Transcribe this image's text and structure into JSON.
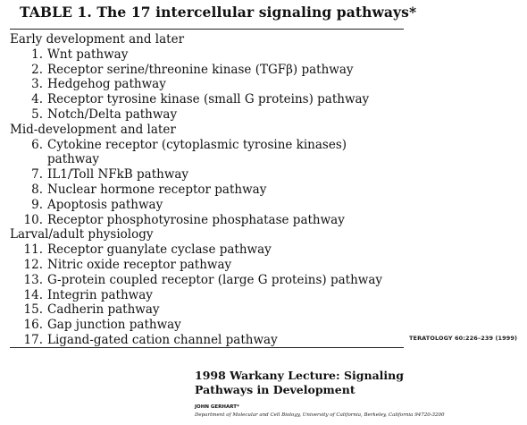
{
  "table": {
    "title": "TABLE 1. The 17 intercellular signaling pathways*",
    "groups": [
      {
        "heading": "Early development and later",
        "items": [
          {
            "num": "1.",
            "text": "Wnt pathway"
          },
          {
            "num": "2.",
            "text": "Receptor serine/threonine kinase (TGFβ) pathway"
          },
          {
            "num": "3.",
            "text": "Hedgehog pathway"
          },
          {
            "num": "4.",
            "text": "Receptor tyrosine kinase (small G proteins) pathway"
          },
          {
            "num": "5.",
            "text": "Notch/Delta pathway"
          }
        ]
      },
      {
        "heading": "Mid-development and later",
        "items": [
          {
            "num": "6.",
            "text": "Cytokine receptor (cytoplasmic tyrosine kinases) pathway"
          },
          {
            "num": "7.",
            "text": "IL1/Toll NFkB pathway"
          },
          {
            "num": "8.",
            "text": "Nuclear hormone receptor pathway"
          },
          {
            "num": "9.",
            "text": "Apoptosis pathway"
          },
          {
            "num": "10.",
            "text": "Receptor phosphotyrosine phosphatase pathway"
          }
        ]
      },
      {
        "heading": "Larval/adult physiology",
        "items": [
          {
            "num": "11.",
            "text": "Receptor guanylate cyclase pathway"
          },
          {
            "num": "12.",
            "text": "Nitric oxide receptor pathway"
          },
          {
            "num": "13.",
            "text": "G-protein coupled receptor (large G proteins) pathway"
          },
          {
            "num": "14.",
            "text": "Integrin pathway"
          },
          {
            "num": "15.",
            "text": "Cadherin pathway"
          },
          {
            "num": "16.",
            "text": "Gap junction pathway"
          },
          {
            "num": "17.",
            "text": "Ligand-gated cation channel pathway"
          }
        ]
      }
    ]
  },
  "journal_ref": "TERATOLOGY 60:226–239 (1999)",
  "lecture": {
    "title_line1": "1998 Warkany Lecture: Signaling",
    "title_line2": "Pathways in Development"
  },
  "author": "JOHN GERHART*",
  "affiliation": "Department of Molecular and Cell Biology, University of California, Berkeley, California 94720-3200"
}
